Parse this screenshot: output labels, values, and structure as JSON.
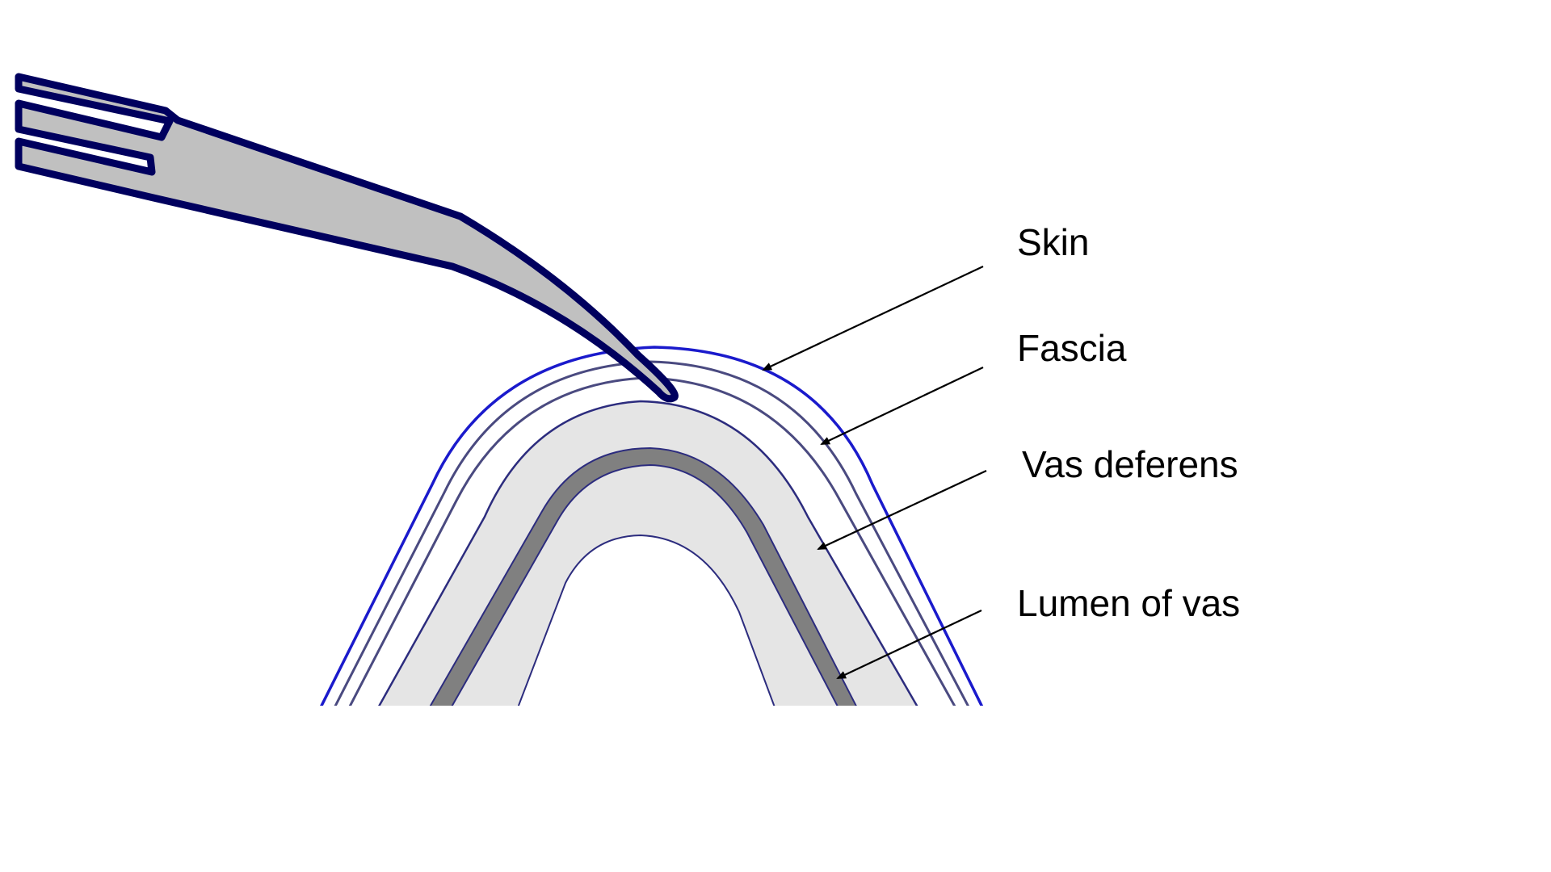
{
  "diagram": {
    "labels": {
      "skin": "Skin",
      "fascia": "Fascia",
      "vas_deferens": "Vas deferens",
      "lumen": "Lumen of vas"
    },
    "colors": {
      "instrument_stroke": "#00005e",
      "instrument_fill": "#c0c0c0",
      "skin_line": "#1a1acc",
      "fascia_line": "#4a4a80",
      "vas_outline": "#2c2c7e",
      "vas_fill": "#e5e5e5",
      "vas_wall_band": "#808080",
      "lumen_fill": "#ffffff",
      "arrow": "#000000"
    },
    "instrument": "curved-forceps-tip"
  }
}
